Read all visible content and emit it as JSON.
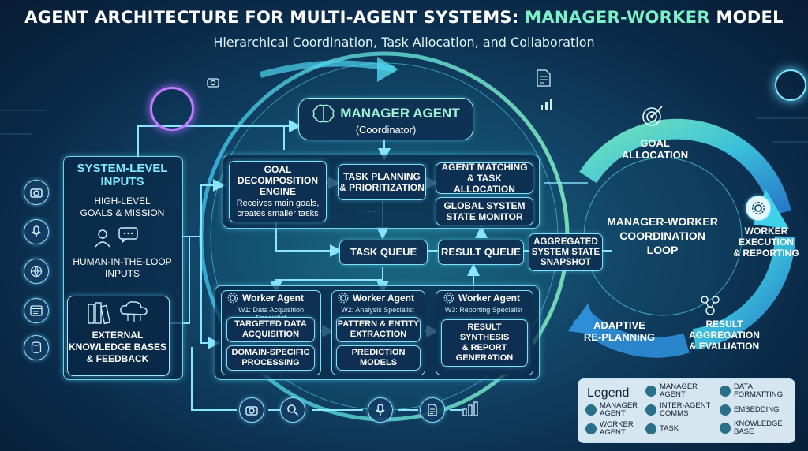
{
  "header": {
    "title_part1": "AGENT ARCHITECTURE FOR MULTI-AGENT SYSTEMS: ",
    "title_part2": "MANAGER-WORKER",
    "title_part3": " MODEL",
    "subtitle": "Hierarchical Coordination, Task Allocation, and Collaboration"
  },
  "inputs": {
    "heading_line1": "SYSTEM-LEVEL",
    "heading_line2": "INPUTS",
    "goals_line1": "HIGH-LEVEL",
    "goals_line2": "GOALS & MISSION",
    "human_line1": "HUMAN-IN-THE-LOOP",
    "human_line2": "INPUTS",
    "kb_line1": "EXTERNAL",
    "kb_line2": "KNOWLEDGE BASES",
    "kb_line3": "& FEEDBACK"
  },
  "manager": {
    "title": "MANAGER AGENT",
    "subtitle": "(Coordinator)"
  },
  "engine": {
    "goal_title_line1": "GOAL",
    "goal_title_line2": "DECOMPOSITION",
    "goal_title_line3": "ENGINE",
    "goal_desc_line1": "Receives main goals,",
    "goal_desc_line2": "creates smaller tasks",
    "planning_line1": "TASK PLANNING",
    "planning_line2": "& PRIORITIZATION",
    "matching_line1": "AGENT MATCHING",
    "matching_line2": "& TASK ALLOCATION",
    "monitor_line1": "GLOBAL SYSTEM",
    "monitor_line2": "STATE MONITOR"
  },
  "queues": {
    "task_queue": "TASK QUEUE",
    "result_queue": "RESULT QUEUE",
    "snapshot_line1": "AGGREGATED",
    "snapshot_line2": "SYSTEM STATE",
    "snapshot_line3": "SNAPSHOT"
  },
  "workers": [
    {
      "title": "Worker Agent",
      "subtitle": "W1: Data Acquisition Specialist",
      "task1_line1": "TARGETED DATA",
      "task1_line2": "ACQUISITION",
      "task2_line1": "DOMAIN-SPECIFIC",
      "task2_line2": "PROCESSING"
    },
    {
      "title": "Worker Agent",
      "subtitle": "W2: Analysis Specialist",
      "task1_line1": "PATTERN & ENTITY",
      "task1_line2": "EXTRACTION",
      "task2_line1": "PREDICTION",
      "task2_line2": "MODELS"
    },
    {
      "title": "Worker Agent",
      "subtitle": "W3: Reporting Specialist",
      "task1_line1": "RESULT SYNTHESIS",
      "task1_line2": "& REPORT",
      "task1_line3": "GENERATION"
    }
  ],
  "loop": {
    "center_line1": "MANAGER-WORKER",
    "center_line2": "COORDINATION",
    "center_line3": "LOOP",
    "goal_line1": "GOAL",
    "goal_line2": "ALLOCATION",
    "exec_line1": "WORKER",
    "exec_line2": "EXECUTION",
    "exec_line3": "& REPORTING",
    "agg_line1": "RESULT",
    "agg_line2": "AGGREGATION",
    "agg_line3": "& EVALUATION",
    "replan_line1": "ADAPTIVE",
    "replan_line2": "RE-PLANNING"
  },
  "legend": {
    "title": "Legend",
    "manager_line1": "MANAGER",
    "manager_line2": "AGENT",
    "worker_line1": "WORKER",
    "worker_line2": "AGENT",
    "manager2_line1": "MANAGER",
    "manager2_line2": "AGENT",
    "comms_line1": "INTER-AGENT",
    "comms_line2": "COMMS",
    "task": "TASK",
    "formatting_line1": "DATA",
    "formatting_line2": "FORMATTING",
    "embedding": "EMBEDDING",
    "kb_line1": "KNOWLEDGE",
    "kb_line2": "BASE"
  },
  "colors": {
    "accent_green": "#7ef0c8",
    "box_border": "#7fe3ff",
    "panel_bg": "#0e3052"
  }
}
